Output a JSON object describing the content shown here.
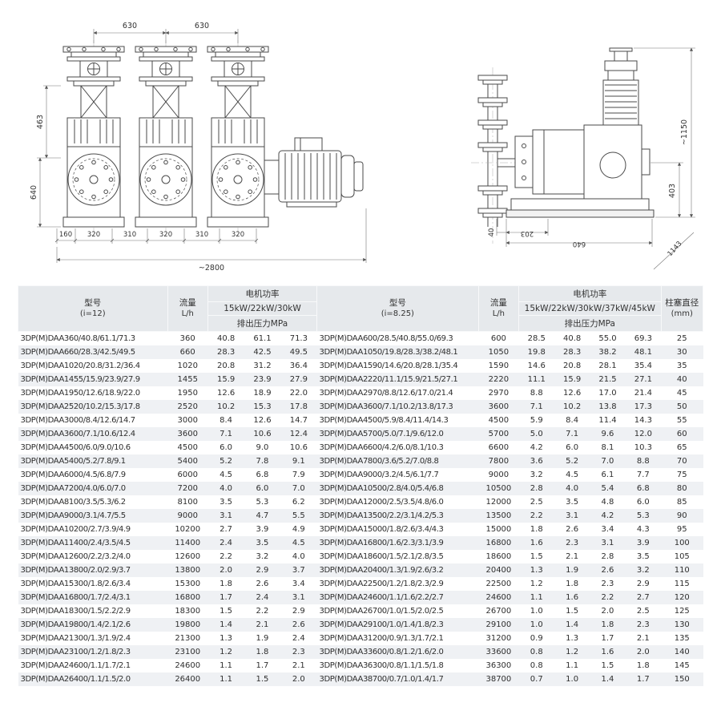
{
  "drawings": {
    "front_view": {
      "dim_630_left": "630",
      "dim_630_right": "630",
      "dim_463": "463",
      "dim_640": "640",
      "dim_bottom": [
        "160",
        "320",
        "310",
        "320",
        "310",
        "320"
      ],
      "dim_overall": "~2800"
    },
    "side_view": {
      "dim_height": "~1150",
      "dim_403": "403",
      "dim_40": "40",
      "dim_203": "203",
      "dim_640": "640",
      "dim_1143": "1143"
    }
  },
  "table": {
    "left": {
      "header": {
        "model": "型号",
        "model_sub": "(i=12)",
        "flow": "流量",
        "flow_unit": "L/h",
        "power": "电机功率",
        "power_ratings": "15kW/22kW/30kW",
        "pressure": "排出压力MPa"
      },
      "rows": [
        {
          "model": "3DP(M)DAA360/40.8/61.1/71.3",
          "flow": "360",
          "p": [
            "40.8",
            "61.1",
            "71.3"
          ]
        },
        {
          "model": "3DP(M)DAA660/28.3/42.5/49.5",
          "flow": "660",
          "p": [
            "28.3",
            "42.5",
            "49.5"
          ]
        },
        {
          "model": "3DP(M)DAA1020/20.8/31.2/36.4",
          "flow": "1020",
          "p": [
            "20.8",
            "31.2",
            "36.4"
          ]
        },
        {
          "model": "3DP(M)DAA1455/15.9/23.9/27.9",
          "flow": "1455",
          "p": [
            "15.9",
            "23.9",
            "27.9"
          ]
        },
        {
          "model": "3DP(M)DAA1950/12.6/18.9/22.0",
          "flow": "1950",
          "p": [
            "12.6",
            "18.9",
            "22.0"
          ]
        },
        {
          "model": "3DP(M)DAA2520/10.2/15.3/17.8",
          "flow": "2520",
          "p": [
            "10.2",
            "15.3",
            "17.8"
          ]
        },
        {
          "model": "3DP(M)DAA3000/8.4/12.6/14.7",
          "flow": "3000",
          "p": [
            "8.4",
            "12.6",
            "14.7"
          ]
        },
        {
          "model": "3DP(M)DAA3600/7.1/10.6/12.4",
          "flow": "3600",
          "p": [
            "7.1",
            "10.6",
            "12.4"
          ]
        },
        {
          "model": "3DP(M)DAA4500/6.0/9.0/10.6",
          "flow": "4500",
          "p": [
            "6.0",
            "9.0",
            "10.6"
          ]
        },
        {
          "model": "3DP(M)DAA5400/5.2/7.8/9.1",
          "flow": "5400",
          "p": [
            "5.2",
            "7.8",
            "9.1"
          ]
        },
        {
          "model": "3DP(M)DAA6000/4.5/6.8/7.9",
          "flow": "6000",
          "p": [
            "4.5",
            "6.8",
            "7.9"
          ]
        },
        {
          "model": "3DP(M)DAA7200/4.0/6.0/7.0",
          "flow": "7200",
          "p": [
            "4.0",
            "6.0",
            "7.0"
          ]
        },
        {
          "model": "3DP(M)DAA8100/3.5/5.3/6.2",
          "flow": "8100",
          "p": [
            "3.5",
            "5.3",
            "6.2"
          ]
        },
        {
          "model": "3DP(M)DAA9000/3.1/4.7/5.5",
          "flow": "9000",
          "p": [
            "3.1",
            "4.7",
            "5.5"
          ]
        },
        {
          "model": "3DP(M)DAA10200/2.7/3.9/4.9",
          "flow": "10200",
          "p": [
            "2.7",
            "3.9",
            "4.9"
          ]
        },
        {
          "model": "3DP(M)DAA11400/2.4/3.5/4.5",
          "flow": "11400",
          "p": [
            "2.4",
            "3.5",
            "4.5"
          ]
        },
        {
          "model": "3DP(M)DAA12600/2.2/3.2/4.0",
          "flow": "12600",
          "p": [
            "2.2",
            "3.2",
            "4.0"
          ]
        },
        {
          "model": "3DP(M)DAA13800/2.0/2.9/3.7",
          "flow": "13800",
          "p": [
            "2.0",
            "2.9",
            "3.7"
          ]
        },
        {
          "model": "3DP(M)DAA15300/1.8/2.6/3.4",
          "flow": "15300",
          "p": [
            "1.8",
            "2.6",
            "3.4"
          ]
        },
        {
          "model": "3DP(M)DAA16800/1.7/2.4/3.1",
          "flow": "16800",
          "p": [
            "1.7",
            "2.4",
            "3.1"
          ]
        },
        {
          "model": "3DP(M)DAA18300/1.5/2.2/2.9",
          "flow": "18300",
          "p": [
            "1.5",
            "2.2",
            "2.9"
          ]
        },
        {
          "model": "3DP(M)DAA19800/1.4/2.1/2.6",
          "flow": "19800",
          "p": [
            "1.4",
            "2.1",
            "2.6"
          ]
        },
        {
          "model": "3DP(M)DAA21300/1.3/1.9/2.4",
          "flow": "21300",
          "p": [
            "1.3",
            "1.9",
            "2.4"
          ]
        },
        {
          "model": "3DP(M)DAA23100/1.2/1.8/2.3",
          "flow": "23100",
          "p": [
            "1.2",
            "1.8",
            "2.3"
          ]
        },
        {
          "model": "3DP(M)DAA24600/1.1/1.7/2.1",
          "flow": "24600",
          "p": [
            "1.1",
            "1.7",
            "2.1"
          ]
        },
        {
          "model": "3DP(M)DAA26400/1.1/1.5/2.0",
          "flow": "26400",
          "p": [
            "1.1",
            "1.5",
            "2.0"
          ]
        }
      ]
    },
    "right": {
      "header": {
        "model": "型号",
        "model_sub": "(i=8.25)",
        "flow": "流量",
        "flow_unit": "L/h",
        "power": "电机功率",
        "power_ratings": "15kW/22kW/30kW/37kW/45kW",
        "pressure": "排出压力MPa",
        "plunger": "柱塞直径",
        "plunger_unit": "(mm)"
      },
      "rows": [
        {
          "model": "3DP(M)DAA600/28.5/40.8/55.0/69.3",
          "flow": "600",
          "p": [
            "28.5",
            "40.8",
            "55.0",
            "69.3"
          ],
          "plunger": "25"
        },
        {
          "model": "3DP(M)DAA1050/19.8/28.3/38.2/48.1",
          "flow": "1050",
          "p": [
            "19.8",
            "28.3",
            "38.2",
            "48.1"
          ],
          "plunger": "30"
        },
        {
          "model": "3DP(M)DAA1590/14.6/20.8/28.1/35.4",
          "flow": "1590",
          "p": [
            "14.6",
            "20.8",
            "28.1",
            "35.4"
          ],
          "plunger": "35"
        },
        {
          "model": "3DP(M)DAA2220/11.1/15.9/21.5/27.1",
          "flow": "2220",
          "p": [
            "11.1",
            "15.9",
            "21.5",
            "27.1"
          ],
          "plunger": "40"
        },
        {
          "model": "3DP(M)DAA2970/8.8/12.6/17.0/21.4",
          "flow": "2970",
          "p": [
            "8.8",
            "12.6",
            "17.0",
            "21.4"
          ],
          "plunger": "45"
        },
        {
          "model": "3DP(M)DAA3600/7.1/10.2/13.8/17.3",
          "flow": "3600",
          "p": [
            "7.1",
            "10.2",
            "13.8",
            "17.3"
          ],
          "plunger": "50"
        },
        {
          "model": "3DP(M)DAA4500/5.9/8.4/11.4/14.3",
          "flow": "4500",
          "p": [
            "5.9",
            "8.4",
            "11.4",
            "14.3"
          ],
          "plunger": "55"
        },
        {
          "model": "3DP(M)DAA5700/5.0/7.1/9.6/12.0",
          "flow": "5700",
          "p": [
            "5.0",
            "7.1",
            "9.6",
            "12.0"
          ],
          "plunger": "60"
        },
        {
          "model": "3DP(M)DAA6600/4.2/6.0/8.1/10.3",
          "flow": "6600",
          "p": [
            "4.2",
            "6.0",
            "8.1",
            "10.3"
          ],
          "plunger": "65"
        },
        {
          "model": "3DP(M)DAA7800/3.6/5.2/7.0/8.8",
          "flow": "7800",
          "p": [
            "3.6",
            "5.2",
            "7.0",
            "8.8"
          ],
          "plunger": "70"
        },
        {
          "model": "3DP(M)DAA9000/3.2/4.5/6.1/7.7",
          "flow": "9000",
          "p": [
            "3.2",
            "4.5",
            "6.1",
            "7.7"
          ],
          "plunger": "75"
        },
        {
          "model": "3DP(M)DAA10500/2.8/4.0/5.4/6.8",
          "flow": "10500",
          "p": [
            "2.8",
            "4.0",
            "5.4",
            "6.8"
          ],
          "plunger": "80"
        },
        {
          "model": "3DP(M)DAA12000/2.5/3.5/4.8/6.0",
          "flow": "12000",
          "p": [
            "2.5",
            "3.5",
            "4.8",
            "6.0"
          ],
          "plunger": "85"
        },
        {
          "model": "3DP(M)DAA13500/2.2/3.1/4.2/5.3",
          "flow": "13500",
          "p": [
            "2.2",
            "3.1",
            "4.2",
            "5.3"
          ],
          "plunger": "90"
        },
        {
          "model": "3DP(M)DAA15000/1.8/2.6/3.4/4.3",
          "flow": "15000",
          "p": [
            "1.8",
            "2.6",
            "3.4",
            "4.3"
          ],
          "plunger": "95"
        },
        {
          "model": "3DP(M)DAA16800/1.6/2.3/3.1/3.9",
          "flow": "16800",
          "p": [
            "1.6",
            "2.3",
            "3.1",
            "3.9"
          ],
          "plunger": "100"
        },
        {
          "model": "3DP(M)DAA18600/1.5/2.1/2.8/3.5",
          "flow": "18600",
          "p": [
            "1.5",
            "2.1",
            "2.8",
            "3.5"
          ],
          "plunger": "105"
        },
        {
          "model": "3DP(M)DAA20400/1.3/1.9/2.6/3.2",
          "flow": "20400",
          "p": [
            "1.3",
            "1.9",
            "2.6",
            "3.2"
          ],
          "plunger": "110"
        },
        {
          "model": "3DP(M)DAA22500/1.2/1.8/2.3/2.9",
          "flow": "22500",
          "p": [
            "1.2",
            "1.8",
            "2.3",
            "2.9"
          ],
          "plunger": "115"
        },
        {
          "model": "3DP(M)DAA24600/1.1/1.6/2.2/2.7",
          "flow": "24600",
          "p": [
            "1.1",
            "1.6",
            "2.2",
            "2.7"
          ],
          "plunger": "120"
        },
        {
          "model": "3DP(M)DAA26700/1.0/1.5/2.0/2.5",
          "flow": "26700",
          "p": [
            "1.0",
            "1.5",
            "2.0",
            "2.5"
          ],
          "plunger": "125"
        },
        {
          "model": "3DP(M)DAA29100/1.0/1.4/1.8/2.3",
          "flow": "29100",
          "p": [
            "1.0",
            "1.4",
            "1.8",
            "2.3"
          ],
          "plunger": "130"
        },
        {
          "model": "3DP(M)DAA31200/0.9/1.3/1.7/2.1",
          "flow": "31200",
          "p": [
            "0.9",
            "1.3",
            "1.7",
            "2.1"
          ],
          "plunger": "135"
        },
        {
          "model": "3DP(M)DAA33600/0.8/1.2/1.6/2.0",
          "flow": "33600",
          "p": [
            "0.8",
            "1.2",
            "1.6",
            "2.0"
          ],
          "plunger": "140"
        },
        {
          "model": "3DP(M)DAA36300/0.8/1.1/1.5/1.8",
          "flow": "36300",
          "p": [
            "0.8",
            "1.1",
            "1.5",
            "1.8"
          ],
          "plunger": "145"
        },
        {
          "model": "3DP(M)DAA38700/0.7/1.0/1.4/1.7",
          "flow": "38700",
          "p": [
            "0.7",
            "1.0",
            "1.4",
            "1.7"
          ],
          "plunger": "150"
        }
      ]
    }
  }
}
